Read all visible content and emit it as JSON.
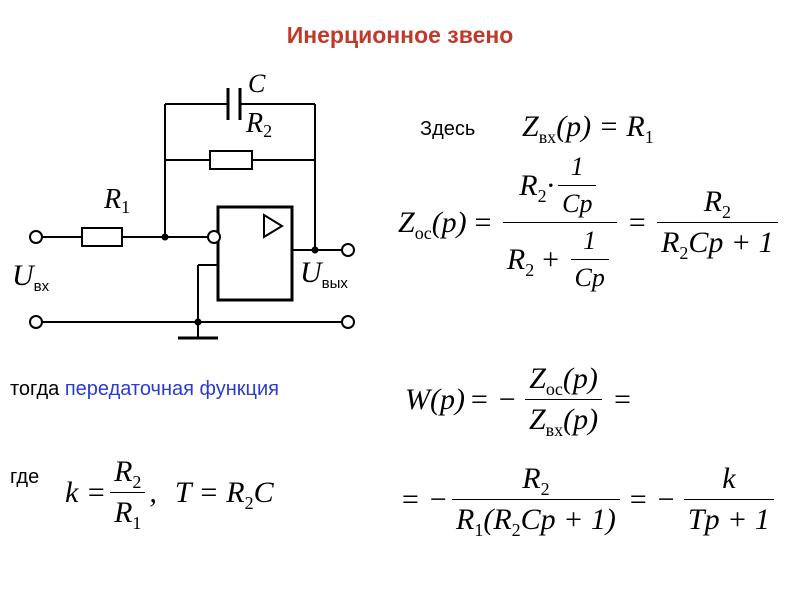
{
  "title": "Инерционное звено",
  "circuit": {
    "capacitor_label": "C",
    "feedback_resistor_label": "R",
    "feedback_resistor_sub": "2",
    "input_resistor_label": "R",
    "input_resistor_sub": "1",
    "input_voltage_label": "U",
    "input_voltage_sub": "вх",
    "output_voltage_label": "U",
    "output_voltage_sub": "вых"
  },
  "zin": {
    "intro": "Здесь",
    "lhs_var": "Z",
    "lhs_sub": "вх",
    "lhs_arg": "(p)",
    "rhs_var": "R",
    "rhs_sub": "1"
  },
  "zoc": {
    "lhs_var": "Z",
    "lhs_sub": "oc",
    "lhs_arg": "(p)",
    "num_prefix": "R",
    "num_prefix_sub": "2",
    "num_mult": "·",
    "num_frac_num": "1",
    "num_frac_den": "Cp",
    "den_first": "R",
    "den_first_sub": "2",
    "den_plus": "+",
    "den_frac_num": "1",
    "den_frac_den": "Cp",
    "right_num": "R",
    "right_num_sub": "2",
    "right_den_a": "R",
    "right_den_a_sub": "2",
    "right_den_b": "Cp + 1"
  },
  "transfer": {
    "intro_plain": "тогда ",
    "intro_highlight": "передаточная функция",
    "lhs": "W(p)",
    "eq_minus": "= −",
    "num_var": "Z",
    "num_sub": "oc",
    "num_arg": "(p)",
    "den_var": "Z",
    "den_sub": "вх",
    "den_arg": "(p)",
    "trailing_eq": "="
  },
  "result": {
    "prefix": "= −",
    "num_var": "R",
    "num_sub": "2",
    "den_a": "R",
    "den_a_sub": "1",
    "den_b_open": "(R",
    "den_b_sub": "2",
    "den_b_rest": "Cp + 1)",
    "mid": "= −",
    "num2": "k",
    "den2": "Tp + 1"
  },
  "where": {
    "label": "где",
    "k_var": "k =",
    "k_num": "R",
    "k_num_sub": "2",
    "k_den": "R",
    "k_den_sub": "1",
    "comma": ",",
    "T_eq": "T = R",
    "T_sub": "2",
    "T_rest": "C"
  }
}
